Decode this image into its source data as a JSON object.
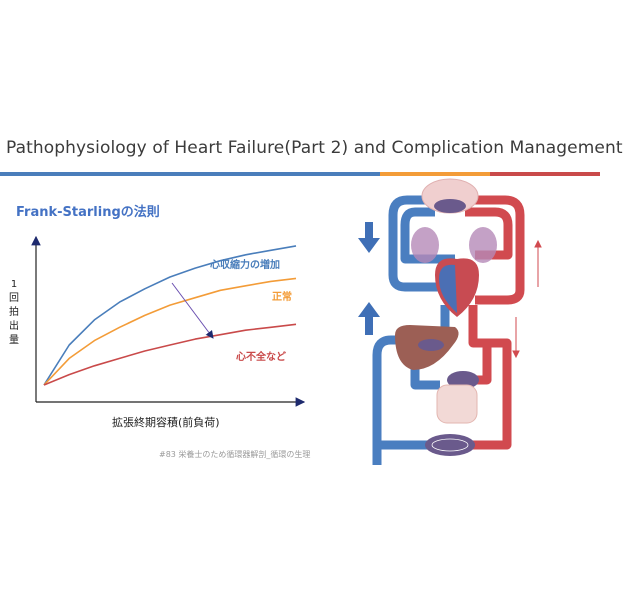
{
  "title": "Pathophysiology of Heart Failure(Part 2) and Complication Management",
  "subtitle": "Frank-Starlingの法則",
  "header_bar_colors": [
    "#4a7ebb",
    "#f39c38",
    "#c94a4a"
  ],
  "chart_data": {
    "type": "line",
    "title": "Frank-Starlingの法則",
    "xlabel": "拡張終期容積(前負荷)",
    "ylabel": "1回拍出量",
    "ylabel_chars": [
      "1",
      "回",
      "拍",
      "出",
      "量"
    ],
    "grid": false,
    "x": [
      0,
      0.1,
      0.2,
      0.3,
      0.4,
      0.5,
      0.6,
      0.7,
      0.8,
      0.9,
      1.0
    ],
    "series": [
      {
        "name": "心収縮力の増加",
        "color": "#4a7ebb",
        "values": [
          0.0,
          0.27,
          0.44,
          0.56,
          0.65,
          0.73,
          0.79,
          0.84,
          0.88,
          0.91,
          0.94
        ]
      },
      {
        "name": "正常",
        "color": "#f39c38",
        "values": [
          0.0,
          0.18,
          0.3,
          0.39,
          0.47,
          0.54,
          0.59,
          0.64,
          0.67,
          0.7,
          0.72
        ]
      },
      {
        "name": "心不全など",
        "color": "#c94a4a",
        "values": [
          0.0,
          0.07,
          0.13,
          0.18,
          0.23,
          0.27,
          0.31,
          0.34,
          0.37,
          0.39,
          0.41
        ]
      }
    ],
    "annotation": "arrow from 心収縮力の増加 toward 心不全など"
  },
  "caption": "#83 栄養士のため循環器解剖_循環の生理",
  "anatomy": {
    "arterial_color": "#d14a4f",
    "venous_color": "#4a7ec0",
    "organ_color": "#9c5f55",
    "arrows": [
      "down-arrow",
      "up-arrow"
    ]
  }
}
